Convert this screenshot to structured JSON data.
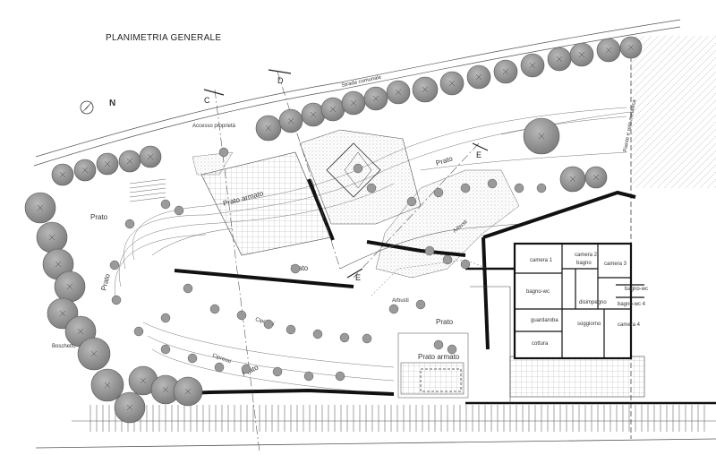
{
  "title": "PLANIMETRIA GENERALE",
  "north": "N",
  "section_markers": [
    "C",
    "D",
    "E",
    "E"
  ],
  "labels": {
    "strada": "Strada comunale",
    "accesso": "Accesso proprietà",
    "prato": "Prato",
    "prato_armato": "Prato armato",
    "boschetto": "Boschetto",
    "cipressi": "Cipressi",
    "arbusti": "Arbusti",
    "piante_rete": "Piante e rete metallica"
  },
  "rooms": {
    "camera1": "camera 1",
    "camera2": "camera 2",
    "camera3": "camera 3",
    "camera4": "camera 4",
    "bagno": "bagno",
    "bagno_wc": "bagno-wc",
    "bagno_wc4": "bagno-wc 4",
    "disimpegno": "disimpegno",
    "guardaroba": "guardaroba",
    "soggiorno": "soggiorno",
    "cottura": "cottura"
  },
  "colors": {
    "line": "#333333",
    "tree": "#8a8a8a",
    "wall": "#111111",
    "hatch": "#9a9a9a"
  }
}
